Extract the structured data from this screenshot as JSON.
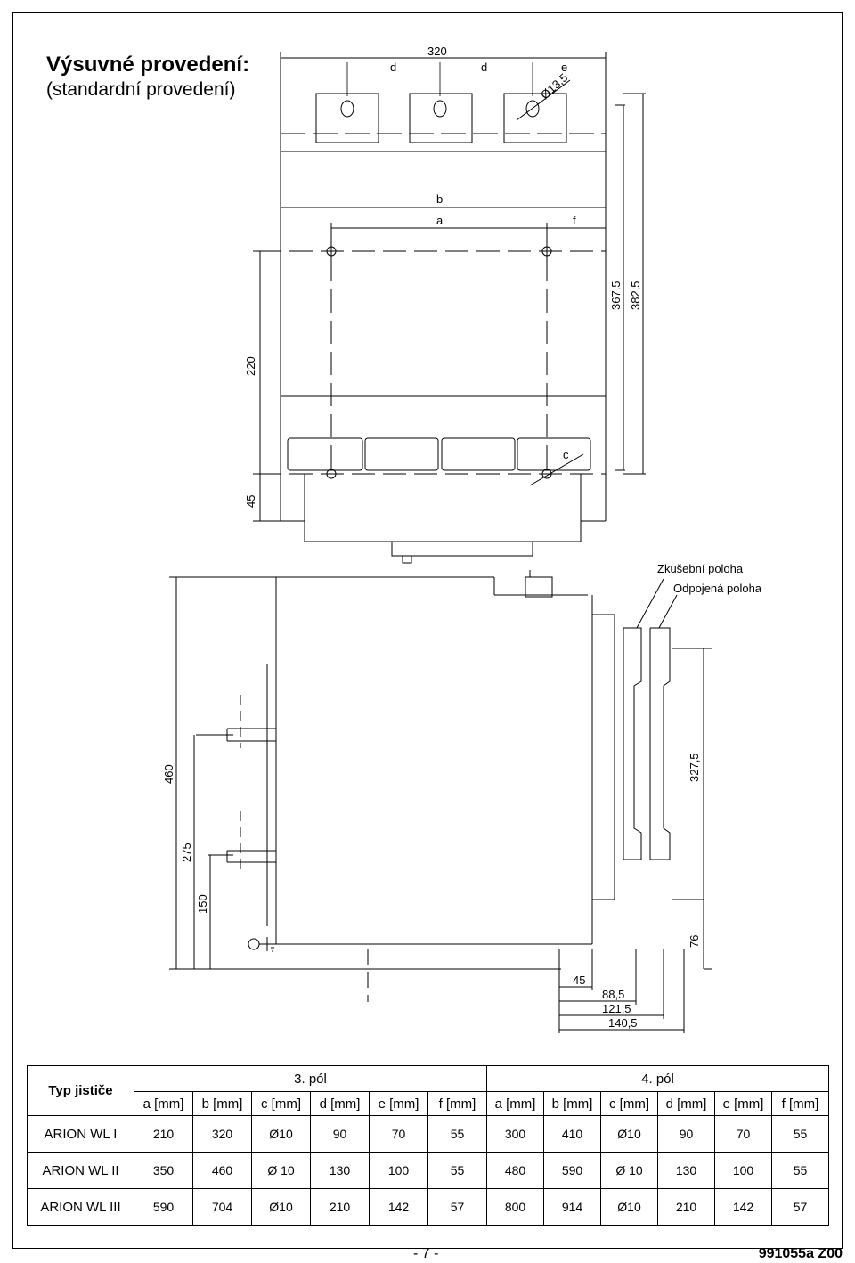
{
  "title": {
    "line1": "Výsuvné provedení:",
    "line2": "(standardní provedení)"
  },
  "dimensions": {
    "top_width": "320",
    "d1": "d",
    "d2": "d",
    "e": "e",
    "hole_dia": "Ø13,5",
    "b": "b",
    "a": "a",
    "f": "f",
    "c": "c",
    "h367": "367,5",
    "h382": "382,5",
    "h220": "220",
    "h45": "45",
    "h460": "460",
    "h275": "275",
    "h150": "150",
    "h327": "327,5",
    "h76": "76",
    "x45": "45",
    "x88": "88,5",
    "x121": "121,5",
    "x140": "140,5"
  },
  "positions": {
    "test": "Zkušební poloha",
    "disconnected": "Odpojená poloha"
  },
  "table": {
    "type_header": "Typ jističe",
    "group3": "3. pól",
    "group4": "4. pól",
    "columns": [
      "a [mm]",
      "b [mm]",
      "c [mm]",
      "d [mm]",
      "e [mm]",
      "f [mm]"
    ],
    "rows": [
      {
        "type": "ARION WL I",
        "p3": [
          "210",
          "320",
          "Ø10",
          "90",
          "70",
          "55"
        ],
        "p4": [
          "300",
          "410",
          "Ø10",
          "90",
          "70",
          "55"
        ]
      },
      {
        "type": "ARION WL II",
        "p3": [
          "350",
          "460",
          "Ø 10",
          "130",
          "100",
          "55"
        ],
        "p4": [
          "480",
          "590",
          "Ø 10",
          "130",
          "100",
          "55"
        ]
      },
      {
        "type": "ARION WL III",
        "p3": [
          "590",
          "704",
          "Ø10",
          "210",
          "142",
          "57"
        ],
        "p4": [
          "800",
          "914",
          "Ø10",
          "210",
          "142",
          "57"
        ]
      }
    ]
  },
  "footer": {
    "page": "- 7 -",
    "code": "991055a Z00"
  }
}
